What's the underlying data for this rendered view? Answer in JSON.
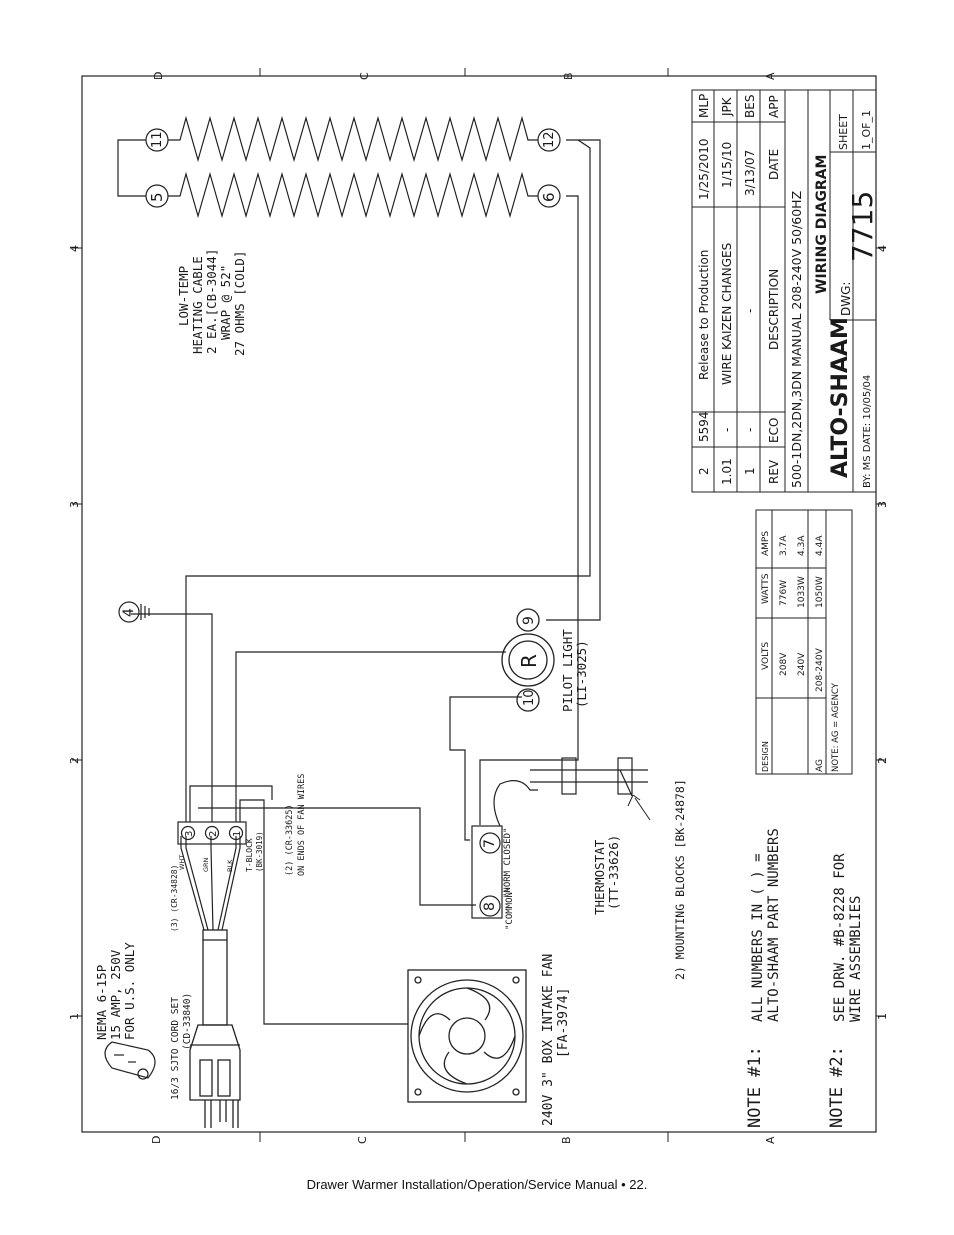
{
  "border": {
    "zones_bottom": [
      "D",
      "C",
      "B",
      "A"
    ],
    "zones_top": [
      "D",
      "C",
      "B",
      "A"
    ],
    "numbers_left": [
      "1",
      "2",
      "3",
      "4"
    ],
    "numbers_right": [
      "1",
      "2",
      "3",
      "4"
    ]
  },
  "plug": {
    "label_1": "NEMA 6-15P",
    "label_2": "15 AMP, 250V",
    "label_3": "FOR U.S. ONLY"
  },
  "cord": {
    "label_1": "16/3 SJTO CORD SET",
    "label_2": "(CD-33840)",
    "crimp": "(3) (CR-34828)"
  },
  "tblock": {
    "wire_wht": "WHT",
    "wire_grn": "GRN",
    "wire_blk": "BLK",
    "terminals": [
      "3",
      "2",
      "1"
    ],
    "label_1": "T-BLOCK",
    "label_2": "(BK-3019)"
  },
  "fan_wires": {
    "label_1": "(2) (CR-33625)",
    "label_2": "ON ENDS OF FAN WIRES"
  },
  "fan": {
    "label_1": "240V 3\" BOX INTAKE FAN",
    "label_2": "[FA-3974]"
  },
  "thermostat": {
    "terminal_7": "7",
    "terminal_8": "8",
    "norm_closed": "\"NORM CLOSED\"",
    "common": "\"COMMON\"",
    "label_1": "THERMOSTAT",
    "label_2": "(TT-33626)",
    "mounting": "2) MOUNTING BLOCKS [BK-24878]"
  },
  "pilot_light": {
    "terminal_10": "10",
    "terminal_9": "9",
    "letter": "R",
    "label_1": "PILOT LIGHT",
    "label_2": "(LI-3025)"
  },
  "ground": {
    "terminal": "4"
  },
  "heating_cable": {
    "terminals": [
      "11",
      "5",
      "12",
      "6"
    ],
    "label_1": "LOW-TEMP",
    "label_2": "HEATING CABLE",
    "label_3": "2 EA.[CB-3044]",
    "label_4": "WRAP @ 52\"",
    "label_5": "27 OHMS [COLD]"
  },
  "notes": {
    "note1_title": "NOTE #1:",
    "note1_line1": "ALL NUMBERS IN ( ) =",
    "note1_line2": "ALTO-SHAAM PART NUMBERS",
    "note2_title": "NOTE #2:",
    "note2_line1": "SEE DRW. #B-8228 FOR",
    "note2_line2": "WIRE ASSEMBLIES"
  },
  "spec_table": {
    "headers": [
      "DESIGN",
      "VOLTS",
      "WATTS",
      "AMPS"
    ],
    "rows": [
      [
        "",
        "208V",
        "776W",
        "3.7A"
      ],
      [
        "",
        "240V",
        "1033W",
        "4.3A"
      ],
      [
        "AG",
        "208-240V",
        "1050W",
        "4.4A"
      ]
    ],
    "note": "NOTE: AG = AGENCY"
  },
  "rev_table": {
    "headers": [
      "REV",
      "ECO",
      "DESCRIPTION",
      "DATE",
      "APP"
    ],
    "rows": [
      [
        "2",
        "5594",
        "Release to Production",
        "1/25/2010",
        "MLP"
      ],
      [
        "1.01",
        "-",
        "WIRE KAIZEN CHANGES",
        "1/15/10",
        "JPK"
      ],
      [
        "1",
        "-",
        "-",
        "3/13/07",
        "BES"
      ]
    ]
  },
  "title_block": {
    "model_line": "500-1DN,2DN,3DN  MANUAL  208-240V  50/60HZ",
    "logo": "ALTO-SHAAM",
    "title": "WIRING DIAGRAM",
    "dwg_label": "DWG:",
    "dwg_number": "7715",
    "sheet_label": "SHEET",
    "sheet_value": "1_OF_1",
    "by": "BY:  MS  DATE: 10/05/04"
  },
  "footer": "Drawer Warmer Installation/Operation/Service Manual • 22."
}
